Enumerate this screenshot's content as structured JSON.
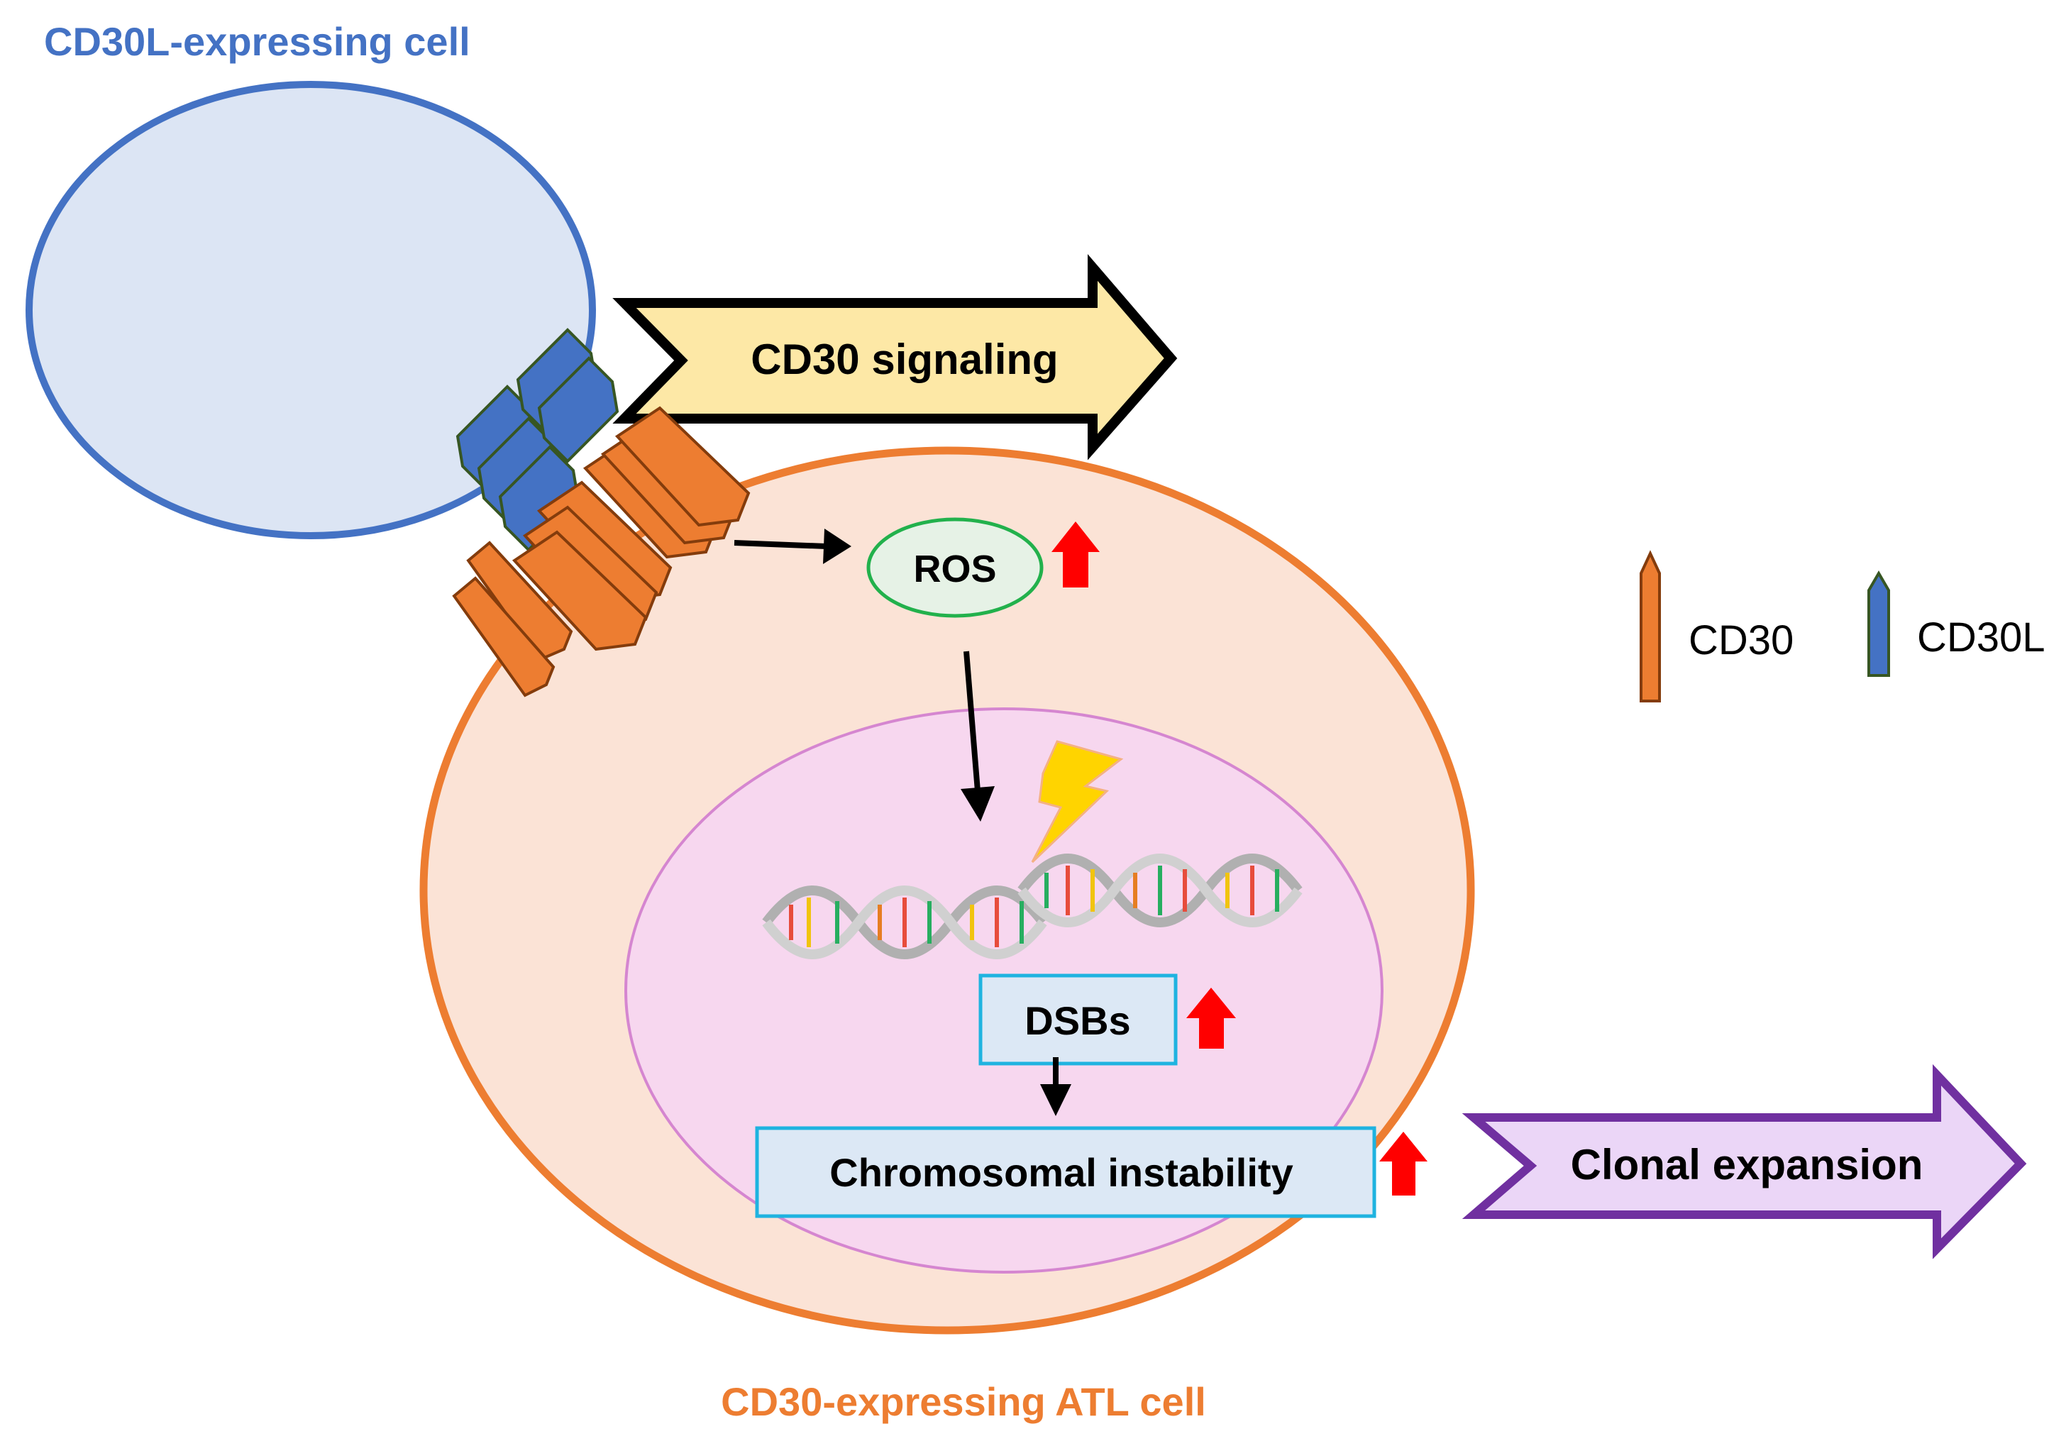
{
  "cells": {
    "ligand_cell_label": "CD30L-expressing cell",
    "atl_cell_label": "CD30-expressing ATL cell"
  },
  "arrows": {
    "signaling_label": "CD30 signaling",
    "expansion_label": "Clonal expansion"
  },
  "nodes": {
    "ros_label": "ROS",
    "dsbs_label": "DSBs",
    "instability_label": "Chromosomal instability"
  },
  "legend": {
    "cd30_label": "CD30",
    "cd30l_label": "CD30L"
  },
  "colors": {
    "ligand_cell_fill": "#dce5f4",
    "ligand_cell_stroke": "#4472c4",
    "atl_cell_fill": "#fbe3d6",
    "atl_cell_stroke": "#ed7d31",
    "nucleus_fill": "#f7d7ef",
    "nucleus_stroke": "#d586d0",
    "cd30_receptor": "#ed7d31",
    "cd30l_ligand": "#4472c4",
    "signaling_arrow_fill": "#fde8a6",
    "expansion_arrow_fill": "#ebd6f7",
    "expansion_arrow_stroke": "#7030a0",
    "ros_stroke": "#22b14c",
    "box_fill": "#dce8f5",
    "box_stroke": "#1fb3e0",
    "up_arrow": "#ff0000",
    "lightning": "#ffd400"
  }
}
